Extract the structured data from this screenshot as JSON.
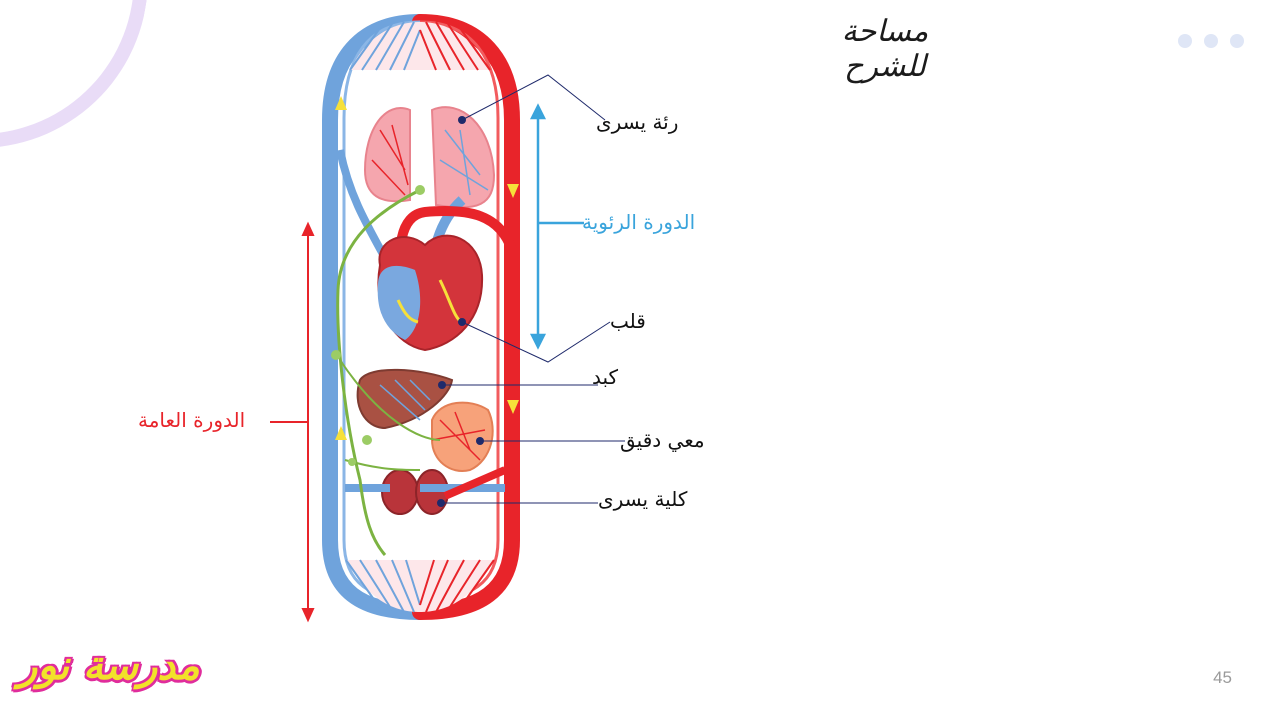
{
  "heading": "مساحة للشرح",
  "labels": {
    "left_lung": "رئة يسرى",
    "pulmonary_circulation": "الدورة الرئوية",
    "heart": "قلب",
    "liver": "كبد",
    "small_intestine": "معي دقيق",
    "left_kidney": "كلية يسرى",
    "systemic_circulation": "الدورة العامة"
  },
  "logo_text": "مدرسة نور",
  "page_number": "45",
  "colors": {
    "oxygenated_red": "#e8242a",
    "deoxygenated_blue": "#6fa3dc",
    "lymph_green": "#7cb342",
    "pulmonary_label": "#3aa4dc",
    "systemic_label": "#e8242a",
    "logo_yellow": "#f2e12a",
    "logo_outline": "#e02d9c"
  },
  "icons": {
    "corner_decoration": "arc-decoration",
    "top_right": "three-dots-icon"
  }
}
